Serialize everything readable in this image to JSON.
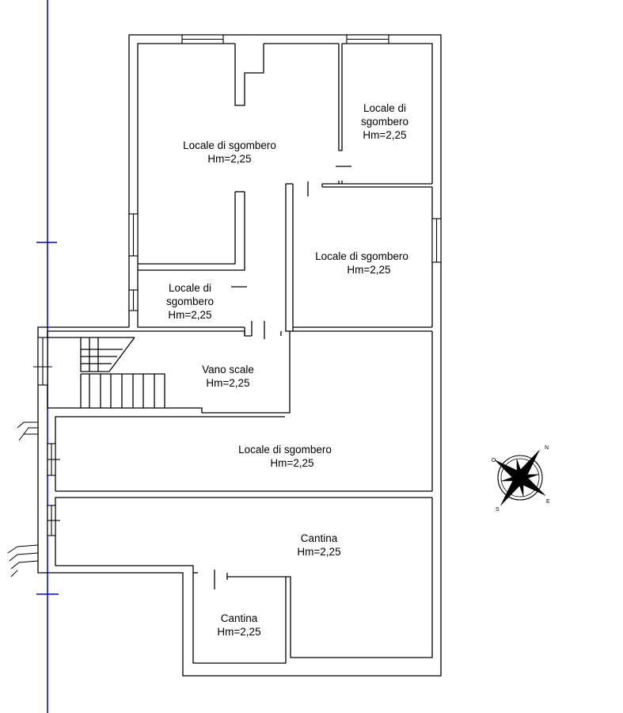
{
  "colors": {
    "wall": "#000000",
    "axis": "#0000cc",
    "background": "#ffffff"
  },
  "rooms": [
    {
      "id": "sgombero-main",
      "lines": [
        "Locale di sgombero",
        "Hm=2,25"
      ]
    },
    {
      "id": "sgombero-ne",
      "lines": [
        "Locale di",
        "sgombero",
        "Hm=2,25"
      ]
    },
    {
      "id": "sgombero-east",
      "lines": [
        "Locale di sgombero",
        "Hm=2,25"
      ]
    },
    {
      "id": "sgombero-small",
      "lines": [
        "Locale di",
        "sgombero",
        "Hm=2,25"
      ]
    },
    {
      "id": "vano-scale",
      "lines": [
        "Vano scale",
        "Hm=2,25"
      ]
    },
    {
      "id": "sgombero-long",
      "lines": [
        "Locale di sgombero",
        "Hm=2,25"
      ]
    },
    {
      "id": "cantina-large",
      "lines": [
        "Cantina",
        "Hm=2,25"
      ]
    },
    {
      "id": "cantina-small",
      "lines": [
        "Cantina",
        "Hm=2,25"
      ]
    }
  ],
  "compass": {
    "icon": "compass-rose-icon",
    "letters": [
      "N",
      "E",
      "S",
      "O"
    ]
  }
}
